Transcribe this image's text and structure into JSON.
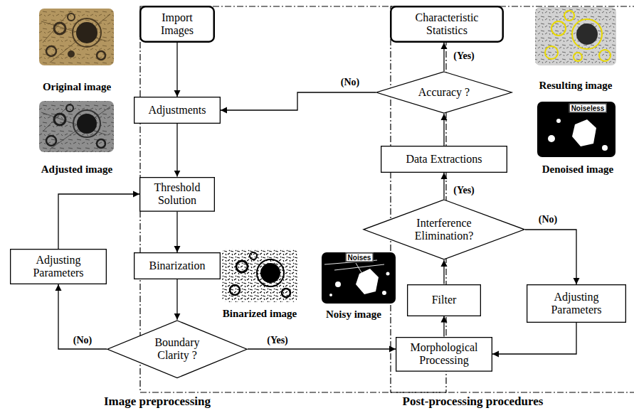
{
  "diagram": {
    "nodes": [
      {
        "text": [
          "Image preprocessing"
        ]
      },
      {
        "text": [
          "Import Images"
        ],
        "in": 0
      },
      {
        "text": [
          "Adjustments"
        ],
        "in": 0
      },
      {
        "text": [
          "Threshold Solution"
        ],
        "in": 0
      },
      {
        "text": [
          "Binarization"
        ],
        "in": 0
      },
      {
        "text": [
          "Boundary Clarity ?"
        ],
        "in": 0
      },
      {
        "text": [
          "Adjusting Parameters"
        ],
        "in": 0
      },
      {
        "text": [
          "Post-processing procedures"
        ]
      },
      {
        "text": [
          "Characteristic Statistics"
        ],
        "in": 7
      },
      {
        "text": [
          "Accuracy ?"
        ],
        "in": 7
      },
      {
        "text": [
          "Data Extractions"
        ],
        "in": 7
      },
      {
        "text": [
          "Interference Elimination?"
        ],
        "in": 7
      },
      {
        "text": [
          "Filter"
        ],
        "in": 7
      },
      {
        "text": [
          "Adjusting Parameters"
        ],
        "in": 7
      },
      {
        "text": [
          "Morphological Processing"
        ],
        "in": 7
      }
    ],
    "edges": [
      {
        "from": 1,
        "to": 2,
        "arrow": "to"
      },
      {
        "from": 2,
        "to": 3,
        "arrow": "to"
      },
      {
        "from": 3,
        "to": 4,
        "arrow": "to"
      },
      {
        "from": 4,
        "to": 5,
        "arrow": "to"
      },
      {
        "from": 5,
        "to": 6,
        "label": "(No)",
        "arrow": "to"
      },
      {
        "from": 6,
        "to": 3,
        "arrow": "to"
      },
      {
        "from": 5,
        "to": 14,
        "label": "(Yes)",
        "arrow": "to"
      },
      {
        "from": 14,
        "to": 12,
        "arrow": "to"
      },
      {
        "from": 12,
        "to": 11,
        "arrow": "to"
      },
      {
        "from": 11,
        "to": 10,
        "label": "(Yes)",
        "arrow": "to"
      },
      {
        "from": 11,
        "to": 13,
        "label": "(No)",
        "arrow": "to"
      },
      {
        "from": 13,
        "to": 14,
        "arrow": "to"
      },
      {
        "from": 10,
        "to": 9,
        "arrow": "to"
      },
      {
        "from": 9,
        "to": 8,
        "label": "(Yes)",
        "arrow": "to"
      },
      {
        "from": 9,
        "to": 2,
        "label": "(No)",
        "arrow": "to"
      }
    ],
    "labels": [
      "Original image",
      "Adjusted image",
      "Binarized image",
      "Noises",
      "Noisy image",
      "Resulting image",
      "Noiseless",
      "Denoised image"
    ]
  }
}
